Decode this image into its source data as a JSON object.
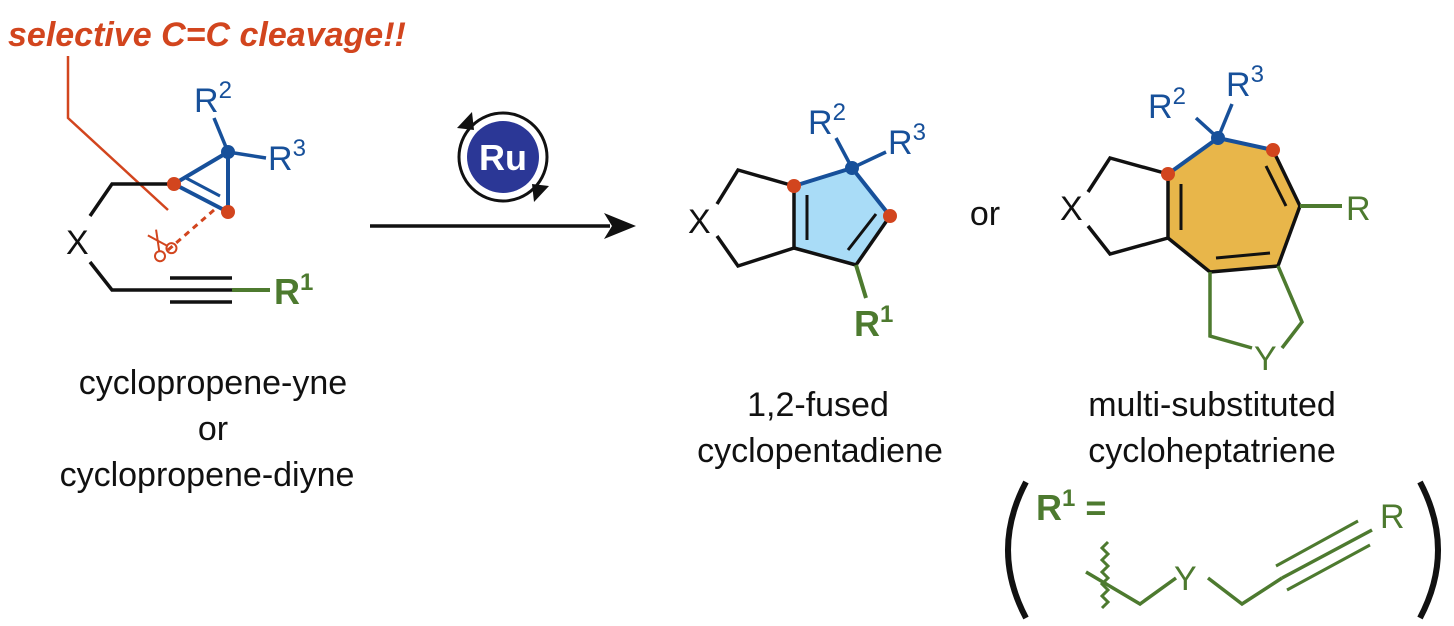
{
  "title": "selective C=C cleavage!!",
  "catalyst": "Ru",
  "conjunction": "or",
  "colors": {
    "accent_red": "#d2451e",
    "blue": "#17509a",
    "green": "#4d7a2f",
    "black": "#111111",
    "cyclopentadiene_fill": "#a9dcf7",
    "cycloheptatriene_fill": "#e8b64a",
    "ru_circle": "#2b3796"
  },
  "reactant": {
    "x_label": "X",
    "r1": "R",
    "r1_sup": "1",
    "r2": "R",
    "r2_sup": "2",
    "r3": "R",
    "r3_sup": "3",
    "caption": [
      "cyclopropene-yne",
      "or",
      "cyclopropene-diyne"
    ],
    "icons": [
      "scissors-icon"
    ]
  },
  "product1": {
    "x_label": "X",
    "r1": "R",
    "r1_sup": "1",
    "r2": "R",
    "r2_sup": "2",
    "r3": "R",
    "r3_sup": "3",
    "caption": [
      "1,2-fused",
      "cyclopentadiene"
    ]
  },
  "product2": {
    "x_label": "X",
    "y_label": "Y",
    "r_label": "R",
    "r2": "R",
    "r2_sup": "2",
    "r3": "R",
    "r3_sup": "3",
    "caption": [
      "multi-substituted",
      "cycloheptatriene"
    ]
  },
  "r1_definition": {
    "label": "R",
    "sup": "1",
    "eq": "=",
    "y_label": "Y",
    "r_label": "R"
  }
}
